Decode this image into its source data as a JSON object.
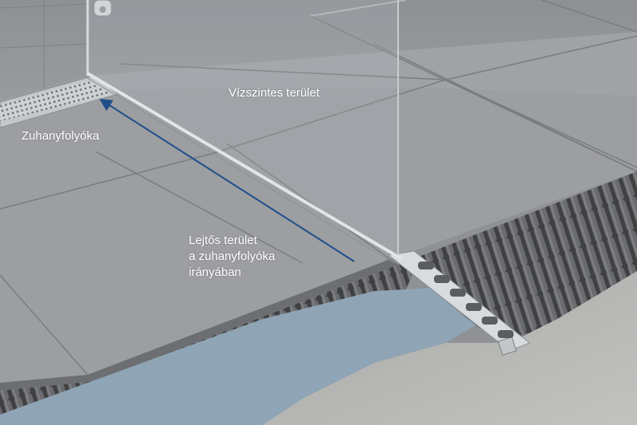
{
  "labels": {
    "horizontal_area": "Vízszintes terület",
    "shower_drain": "Zuhanyfolyóka",
    "sloped_area_line1": "Lejtős terület",
    "sloped_area_line2": "a zuhanyfolyóka",
    "sloped_area_line3": "irányában"
  },
  "colors": {
    "tile": "#9c9ea1",
    "tile_dark": "#8c8e91",
    "grout": "#6f7174",
    "mat": "#4a4b4d",
    "membrane": "#8fa5b5",
    "screed": "#b4b4b2",
    "arrow": "#1f4f8a",
    "profile": "#d9dcdf"
  }
}
